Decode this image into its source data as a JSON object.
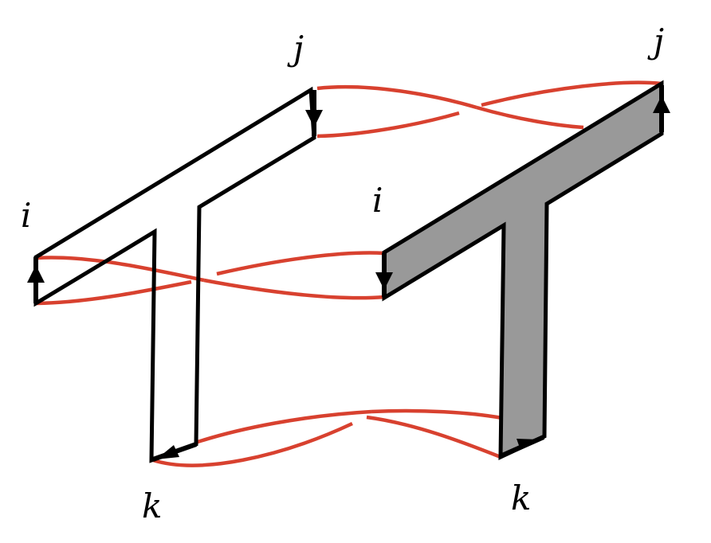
{
  "labels": {
    "left_top": "j",
    "left_side": "i",
    "left_bottom": "k",
    "right_top": "j",
    "right_side": "i",
    "right_bottom": "k"
  },
  "colors": {
    "strand": "#d8412f",
    "ribbon_fill": "#999999",
    "outline": "#000000"
  }
}
